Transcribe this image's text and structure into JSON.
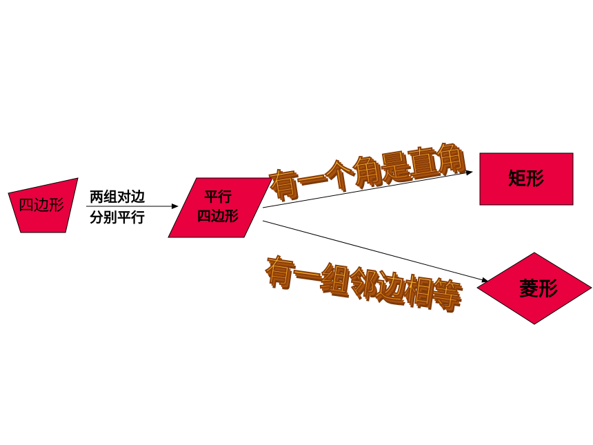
{
  "shapes": {
    "quadrilateral": {
      "label": "四边形"
    },
    "parallelogram": {
      "line1": "平行",
      "line2": "四边形"
    },
    "rectangle": {
      "label": "矩形"
    },
    "rhombus": {
      "label": "菱形"
    }
  },
  "conditions": {
    "to_parallelogram": {
      "line1": "两组对边",
      "line2": "分别平行"
    },
    "to_rectangle": "有一个角是直角",
    "to_rhombus": "有一组邻边相等"
  },
  "colors": {
    "shape_fill": "#E8003F",
    "shape_stroke": "#000000",
    "wordart_front": "#F7A21B",
    "wordart_extrude": "#A8500E",
    "wordart_shadow": "#7A3A0A",
    "arrow": "#000000"
  }
}
